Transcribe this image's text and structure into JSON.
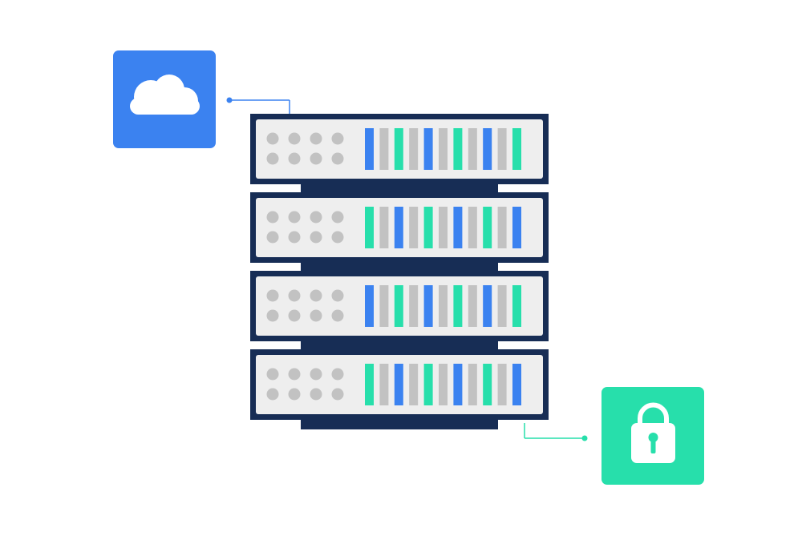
{
  "colors": {
    "background": "#ffffff",
    "cloud_tile": "#3b82f0",
    "lock_tile": "#27dfab",
    "rack_frame": "#172d55",
    "server_face": "#eeeeee",
    "port": "#c2c2c2",
    "bar_blue": "#3b82f0",
    "bar_green": "#27dfab",
    "bar_gray": "#c2c2c2",
    "connector_blue": "#3b82f0",
    "connector_green": "#27dfab",
    "icon_white": "#ffffff"
  },
  "icons": {
    "cloud": "cloud-icon",
    "lock": "lock-icon"
  },
  "server_rack": {
    "unit_count": 4,
    "ports_per_unit": 8,
    "units": [
      {
        "bars": [
          "blue",
          "gray",
          "green",
          "gray",
          "blue",
          "gray",
          "green",
          "gray",
          "blue",
          "gray",
          "green"
        ]
      },
      {
        "bars": [
          "green",
          "gray",
          "blue",
          "gray",
          "green",
          "gray",
          "blue",
          "gray",
          "green",
          "gray",
          "blue"
        ]
      },
      {
        "bars": [
          "blue",
          "gray",
          "green",
          "gray",
          "blue",
          "gray",
          "green",
          "gray",
          "blue",
          "gray",
          "green"
        ]
      },
      {
        "bars": [
          "green",
          "gray",
          "blue",
          "gray",
          "green",
          "gray",
          "blue",
          "gray",
          "green",
          "gray",
          "blue"
        ]
      }
    ]
  }
}
